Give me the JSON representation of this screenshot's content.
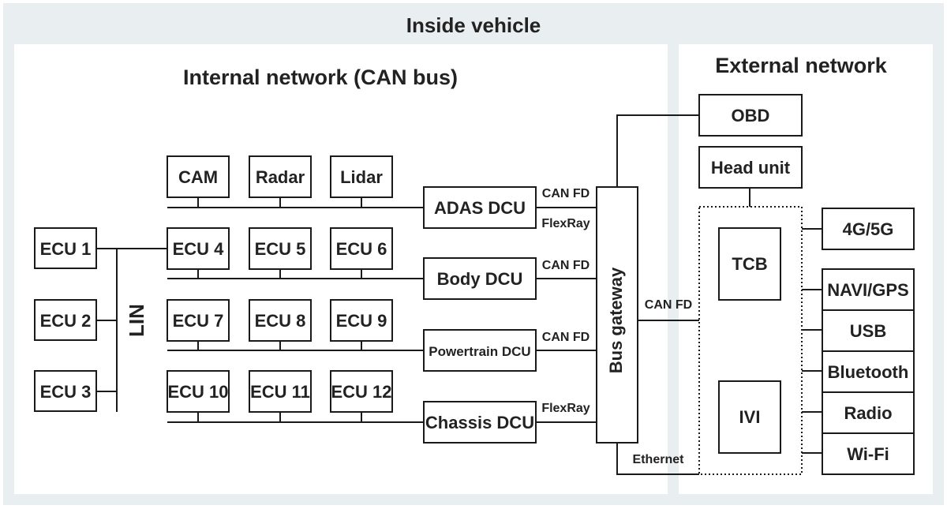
{
  "title": "Inside vehicle",
  "internal": {
    "heading": "Internal network (CAN bus)",
    "sensors": [
      "CAM",
      "Radar",
      "Lidar"
    ],
    "ecus": [
      "ECU 1",
      "ECU 2",
      "ECU 3",
      "ECU 4",
      "ECU 5",
      "ECU 6",
      "ECU 7",
      "ECU 8",
      "ECU 9",
      "ECU 10",
      "ECU 11",
      "ECU 12"
    ],
    "lin_label": "LIN",
    "dcus": [
      "ADAS DCU",
      "Body DCU",
      "Powertrain DCU",
      "Chassis DCU"
    ],
    "bus_labels": [
      "CAN FD",
      "FlexRay",
      "CAN FD",
      "CAN FD",
      "FlexRay"
    ],
    "gateway": "Bus gateway",
    "gateway_link_label": "CAN FD",
    "ethernet_label": "Ethernet"
  },
  "external": {
    "heading": "External network",
    "obd": "OBD",
    "head_unit": "Head unit",
    "tcb": "TCB",
    "ivi": "IVI",
    "interfaces": [
      "4G/5G",
      "NAVI/GPS",
      "USB",
      "Bluetooth",
      "Radio",
      "Wi-Fi"
    ]
  }
}
